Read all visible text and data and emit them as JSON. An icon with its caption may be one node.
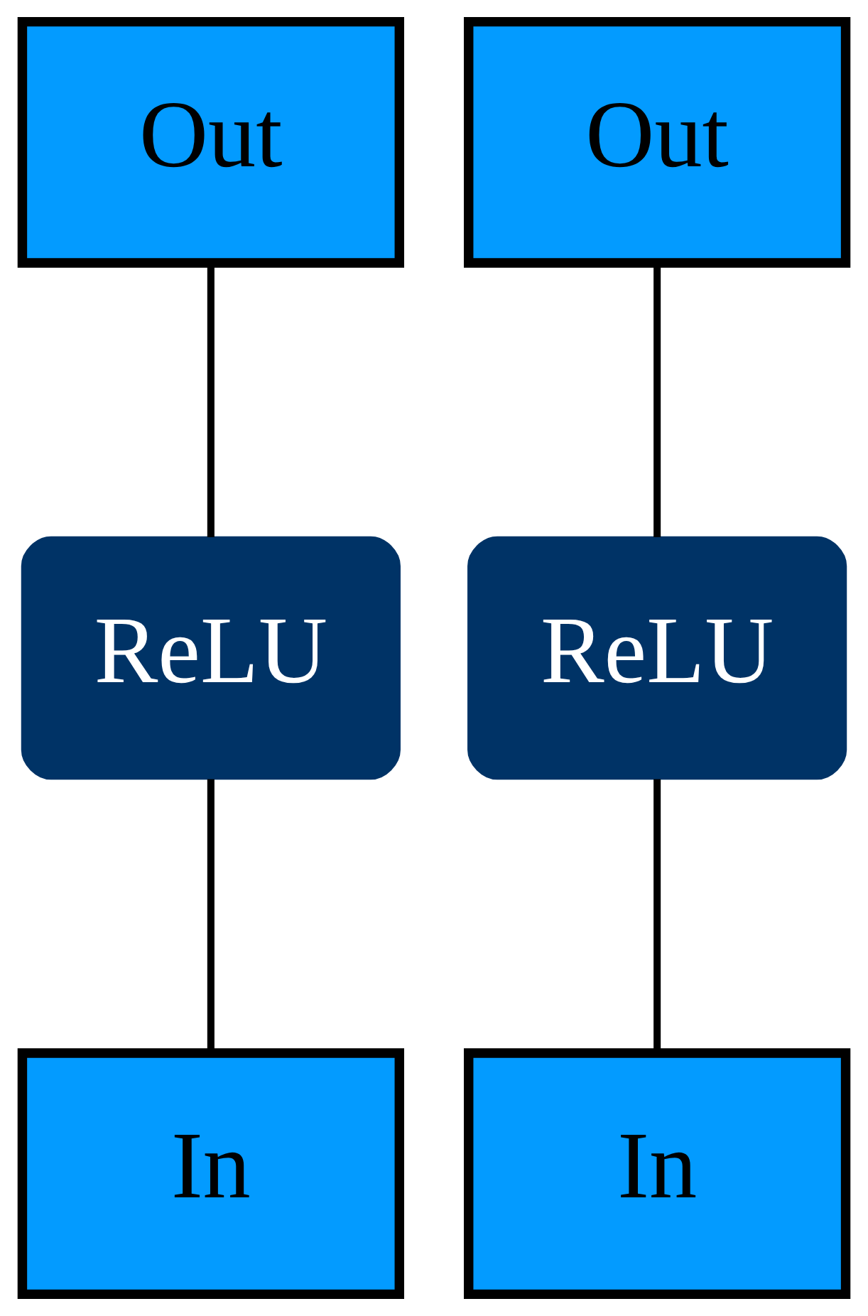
{
  "diagram": {
    "nodes": [
      {
        "text": [
          "Out"
        ]
      },
      {
        "text": [
          "Out"
        ]
      },
      {
        "text": [
          "ReLU"
        ]
      },
      {
        "text": [
          "ReLU"
        ]
      },
      {
        "text": [
          "In"
        ]
      },
      {
        "text": [
          "In"
        ]
      }
    ],
    "edges": [
      {
        "from": 4,
        "to": 2,
        "arrow": "none"
      },
      {
        "from": 2,
        "to": 0,
        "arrow": "none"
      },
      {
        "from": 5,
        "to": 3,
        "arrow": "none"
      },
      {
        "from": 3,
        "to": 1,
        "arrow": "none"
      }
    ]
  }
}
